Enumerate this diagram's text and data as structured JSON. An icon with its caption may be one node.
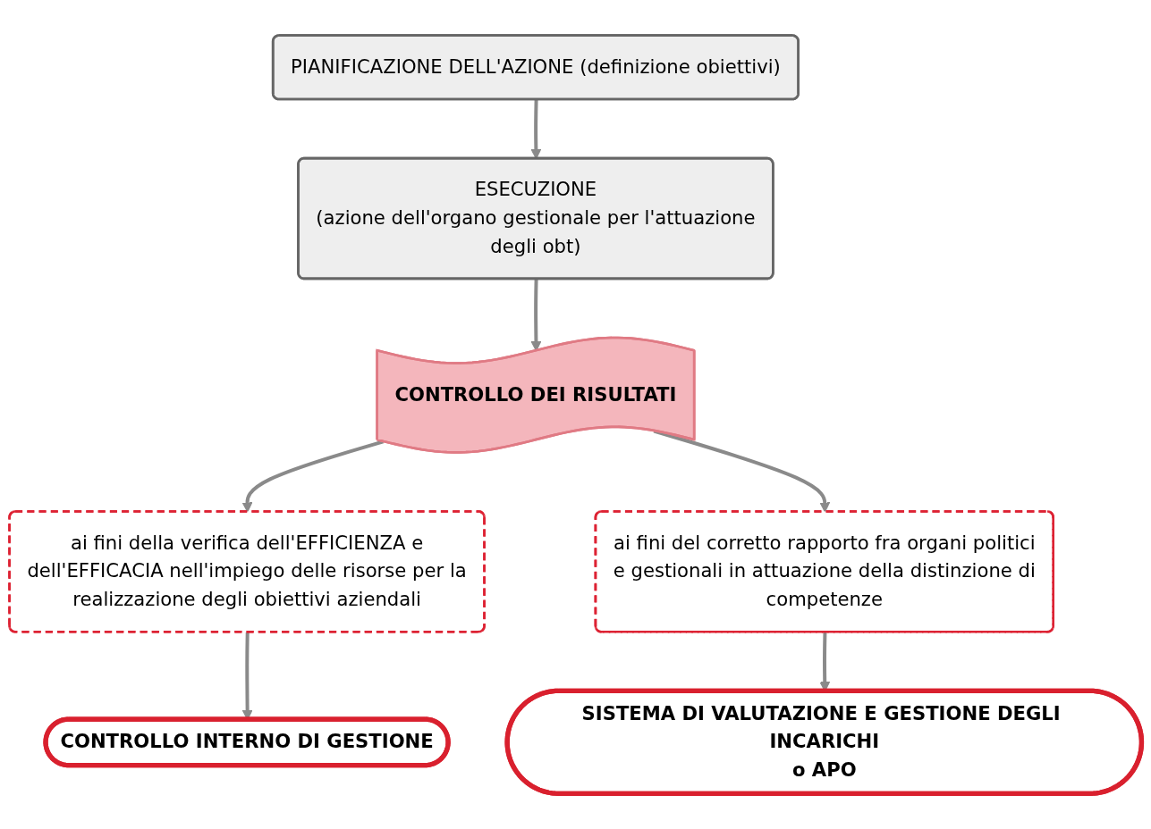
{
  "diagram": {
    "nodes": [
      {
        "text": [
          "PIANIFICAZIONE DELL'AZIONE (definizione obiettivi)"
        ]
      },
      {
        "text": [
          "ESECUZIONE",
          "(azione dell'organo gestionale per l'attuazione degli obt)"
        ]
      },
      {
        "text": [
          "CONTROLLO DEI RISULTATI"
        ]
      },
      {
        "text": [
          "ai fini della verifica dell'EFFICIENZA e dell'EFFICACIA nell'impiego delle risorse per la realizzazione degli obiettivi aziendali"
        ]
      },
      {
        "text": [
          "ai fini del corretto rapporto fra organi politici e gestionali in attuazione della distinzione di competenze"
        ]
      },
      {
        "text": [
          "CONTROLLO INTERNO DI GESTIONE"
        ]
      },
      {
        "text": [
          "SISTEMA DI VALUTAZIONE E GESTIONE DEGLI INCARICHI o APO"
        ]
      }
    ],
    "edges": [
      {
        "from": 0,
        "to": 1,
        "arrow": "to"
      },
      {
        "from": 1,
        "to": 2,
        "arrow": "to"
      },
      {
        "from": 2,
        "to": 3,
        "arrow": "to"
      },
      {
        "from": 2,
        "to": 4,
        "arrow": "to"
      },
      {
        "from": 3,
        "to": 5,
        "arrow": "to"
      },
      {
        "from": 4,
        "to": 6,
        "arrow": "to"
      }
    ]
  }
}
